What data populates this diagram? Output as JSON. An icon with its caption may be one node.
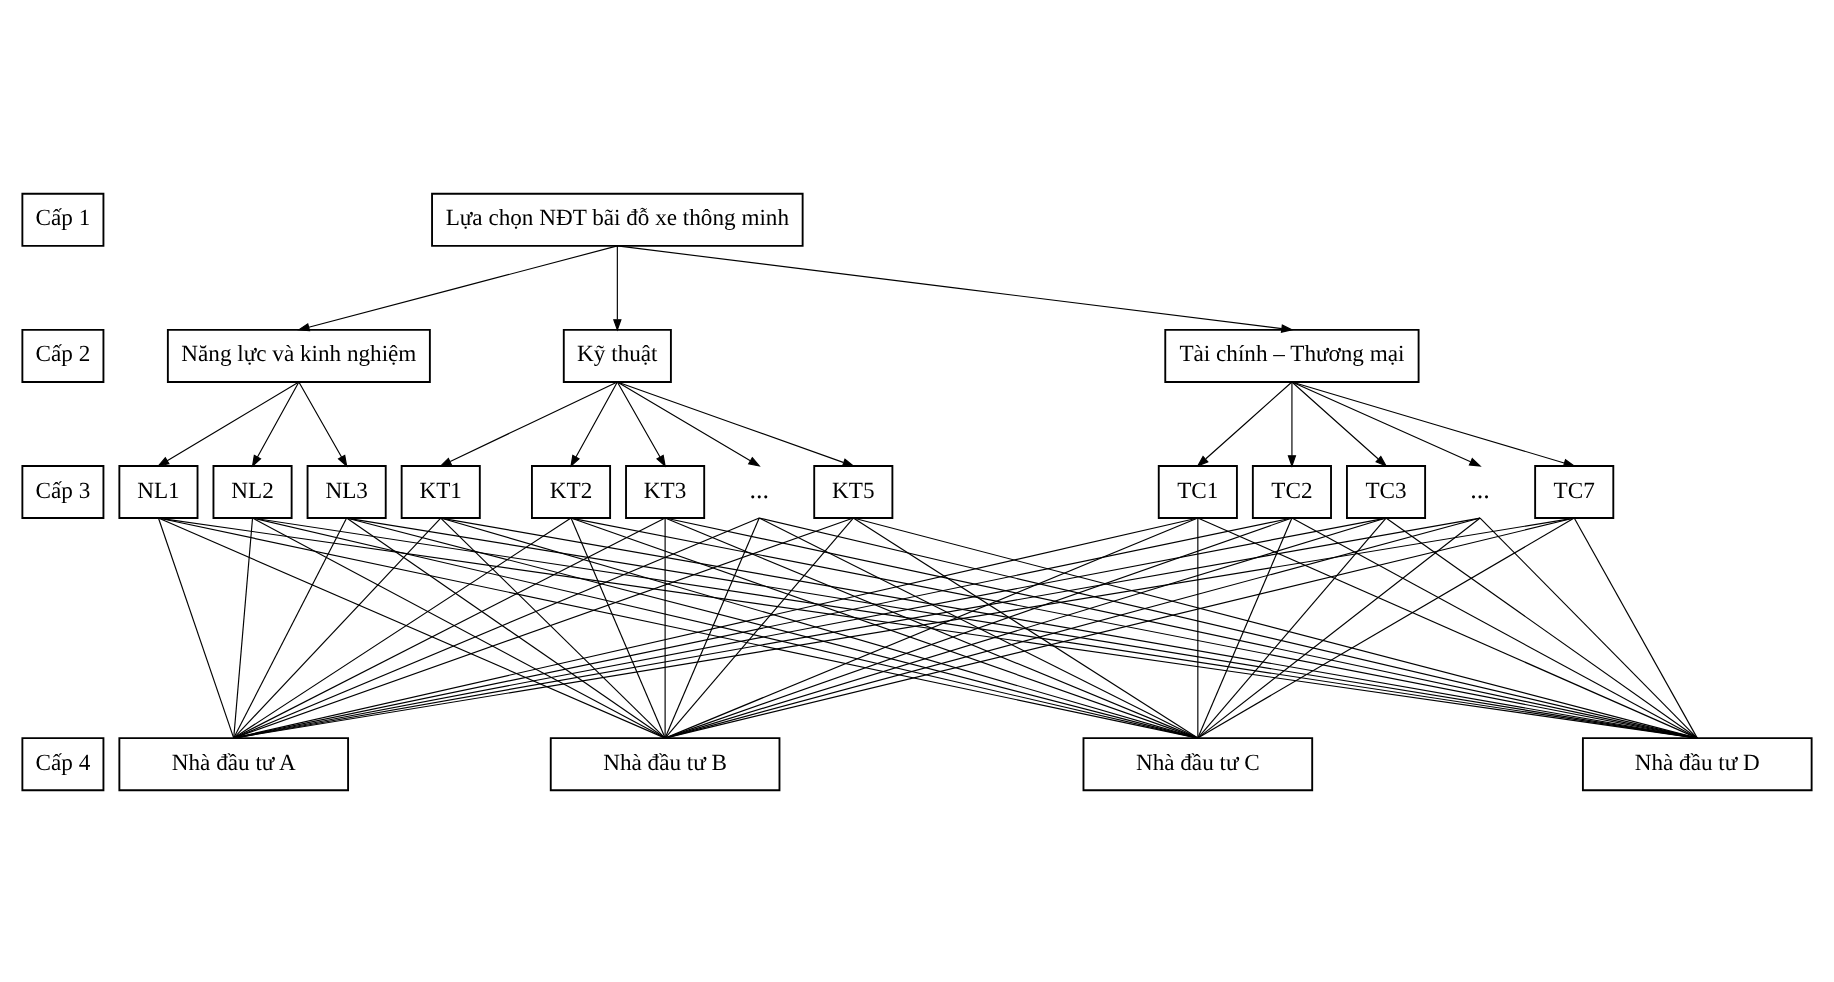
{
  "diagram": {
    "nodes": [
      {
        "text": [
          "Cấp 1"
        ]
      },
      {
        "text": [
          "Lựa chọn NĐT bãi đỗ xe thông minh"
        ]
      },
      {
        "text": [
          "Cấp 2"
        ]
      },
      {
        "text": [
          "Năng lực và kinh nghiệm"
        ]
      },
      {
        "text": [
          "Kỹ thuật"
        ]
      },
      {
        "text": [
          "Tài chính – Thương mại"
        ]
      },
      {
        "text": [
          "Cấp 3"
        ]
      },
      {
        "text": [
          "NL1"
        ]
      },
      {
        "text": [
          "NL2"
        ]
      },
      {
        "text": [
          "NL3"
        ]
      },
      {
        "text": [
          "KT1"
        ]
      },
      {
        "text": [
          "KT2"
        ]
      },
      {
        "text": [
          "KT3"
        ]
      },
      {
        "text": [
          "..."
        ]
      },
      {
        "text": [
          "KT5"
        ]
      },
      {
        "text": [
          "TC1"
        ]
      },
      {
        "text": [
          "TC2"
        ]
      },
      {
        "text": [
          "TC3"
        ]
      },
      {
        "text": [
          "..."
        ]
      },
      {
        "text": [
          "TC7"
        ]
      },
      {
        "text": [
          "Cấp 4"
        ]
      },
      {
        "text": [
          "Nhà đầu tư A"
        ]
      },
      {
        "text": [
          "Nhà đầu tư B"
        ]
      },
      {
        "text": [
          "Nhà đầu tư C"
        ]
      },
      {
        "text": [
          "Nhà đầu tư D"
        ]
      }
    ],
    "edges": [
      {
        "from": 1,
        "to": 3,
        "arrow": "to"
      },
      {
        "from": 1,
        "to": 4,
        "arrow": "to"
      },
      {
        "from": 1,
        "to": 5,
        "arrow": "to"
      },
      {
        "from": 3,
        "to": 7,
        "arrow": "to"
      },
      {
        "from": 3,
        "to": 8,
        "arrow": "to"
      },
      {
        "from": 3,
        "to": 9,
        "arrow": "to"
      },
      {
        "from": 4,
        "to": 10,
        "arrow": "to"
      },
      {
        "from": 4,
        "to": 11,
        "arrow": "to"
      },
      {
        "from": 4,
        "to": 12,
        "arrow": "to"
      },
      {
        "from": 4,
        "to": 13,
        "arrow": "to"
      },
      {
        "from": 4,
        "to": 14,
        "arrow": "to"
      },
      {
        "from": 5,
        "to": 15,
        "arrow": "to"
      },
      {
        "from": 5,
        "to": 16,
        "arrow": "to"
      },
      {
        "from": 5,
        "to": 17,
        "arrow": "to"
      },
      {
        "from": 5,
        "to": 18,
        "arrow": "to"
      },
      {
        "from": 5,
        "to": 19,
        "arrow": "to"
      },
      {
        "from": 7,
        "to": 21,
        "arrow": "none"
      },
      {
        "from": 7,
        "to": 22,
        "arrow": "none"
      },
      {
        "from": 7,
        "to": 23,
        "arrow": "none"
      },
      {
        "from": 7,
        "to": 24,
        "arrow": "none"
      },
      {
        "from": 8,
        "to": 21,
        "arrow": "none"
      },
      {
        "from": 8,
        "to": 22,
        "arrow": "none"
      },
      {
        "from": 8,
        "to": 23,
        "arrow": "none"
      },
      {
        "from": 8,
        "to": 24,
        "arrow": "none"
      },
      {
        "from": 9,
        "to": 21,
        "arrow": "none"
      },
      {
        "from": 9,
        "to": 22,
        "arrow": "none"
      },
      {
        "from": 9,
        "to": 23,
        "arrow": "none"
      },
      {
        "from": 9,
        "to": 24,
        "arrow": "none"
      },
      {
        "from": 10,
        "to": 21,
        "arrow": "none"
      },
      {
        "from": 10,
        "to": 22,
        "arrow": "none"
      },
      {
        "from": 10,
        "to": 23,
        "arrow": "none"
      },
      {
        "from": 10,
        "to": 24,
        "arrow": "none"
      },
      {
        "from": 11,
        "to": 21,
        "arrow": "none"
      },
      {
        "from": 11,
        "to": 22,
        "arrow": "none"
      },
      {
        "from": 11,
        "to": 23,
        "arrow": "none"
      },
      {
        "from": 11,
        "to": 24,
        "arrow": "none"
      },
      {
        "from": 12,
        "to": 21,
        "arrow": "none"
      },
      {
        "from": 12,
        "to": 22,
        "arrow": "none"
      },
      {
        "from": 12,
        "to": 23,
        "arrow": "none"
      },
      {
        "from": 12,
        "to": 24,
        "arrow": "none"
      },
      {
        "from": 13,
        "to": 21,
        "arrow": "none"
      },
      {
        "from": 13,
        "to": 22,
        "arrow": "none"
      },
      {
        "from": 13,
        "to": 23,
        "arrow": "none"
      },
      {
        "from": 13,
        "to": 24,
        "arrow": "none"
      },
      {
        "from": 14,
        "to": 21,
        "arrow": "none"
      },
      {
        "from": 14,
        "to": 22,
        "arrow": "none"
      },
      {
        "from": 14,
        "to": 23,
        "arrow": "none"
      },
      {
        "from": 14,
        "to": 24,
        "arrow": "none"
      },
      {
        "from": 15,
        "to": 21,
        "arrow": "none"
      },
      {
        "from": 15,
        "to": 22,
        "arrow": "none"
      },
      {
        "from": 15,
        "to": 23,
        "arrow": "none"
      },
      {
        "from": 15,
        "to": 24,
        "arrow": "none"
      },
      {
        "from": 16,
        "to": 21,
        "arrow": "none"
      },
      {
        "from": 16,
        "to": 22,
        "arrow": "none"
      },
      {
        "from": 16,
        "to": 23,
        "arrow": "none"
      },
      {
        "from": 16,
        "to": 24,
        "arrow": "none"
      },
      {
        "from": 17,
        "to": 21,
        "arrow": "none"
      },
      {
        "from": 17,
        "to": 22,
        "arrow": "none"
      },
      {
        "from": 17,
        "to": 23,
        "arrow": "none"
      },
      {
        "from": 17,
        "to": 24,
        "arrow": "none"
      },
      {
        "from": 18,
        "to": 21,
        "arrow": "none"
      },
      {
        "from": 18,
        "to": 22,
        "arrow": "none"
      },
      {
        "from": 18,
        "to": 23,
        "arrow": "none"
      },
      {
        "from": 18,
        "to": 24,
        "arrow": "none"
      },
      {
        "from": 19,
        "to": 21,
        "arrow": "none"
      },
      {
        "from": 19,
        "to": 22,
        "arrow": "none"
      },
      {
        "from": 19,
        "to": 23,
        "arrow": "none"
      },
      {
        "from": 19,
        "to": 24,
        "arrow": "none"
      }
    ]
  }
}
